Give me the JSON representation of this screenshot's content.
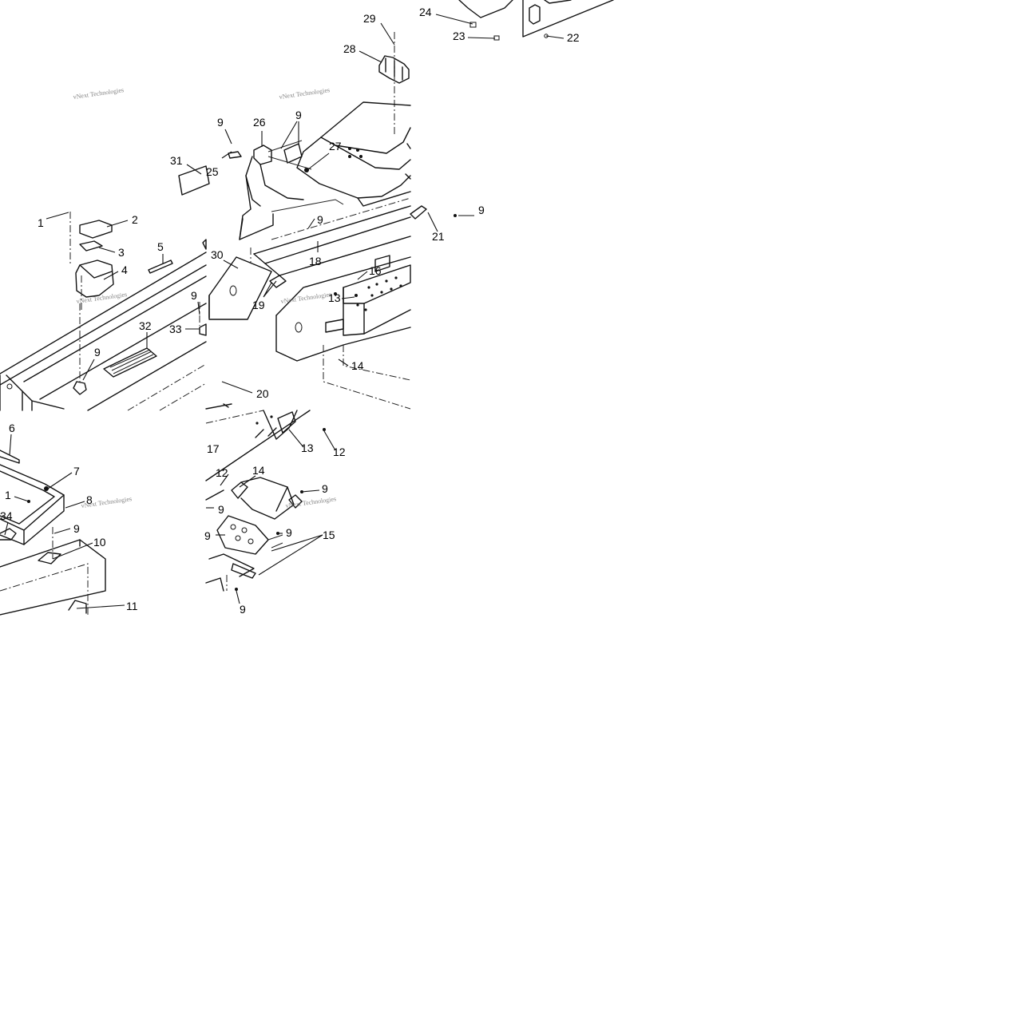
{
  "watermark_text": "vNext Technologies",
  "callouts": [
    "29",
    "24",
    "23",
    "22",
    "28",
    "9",
    "26",
    "9",
    "27",
    "31",
    "25",
    "1",
    "2",
    "3",
    "5",
    "4",
    "9",
    "18",
    "21",
    "9",
    "30",
    "16",
    "19",
    "13",
    "9",
    "33",
    "32",
    "9",
    "14",
    "20",
    "6",
    "17",
    "13",
    "12",
    "7",
    "12",
    "14",
    "9",
    "1",
    "8",
    "9",
    "34",
    "9",
    "15",
    "9",
    "10",
    "9",
    "11"
  ]
}
